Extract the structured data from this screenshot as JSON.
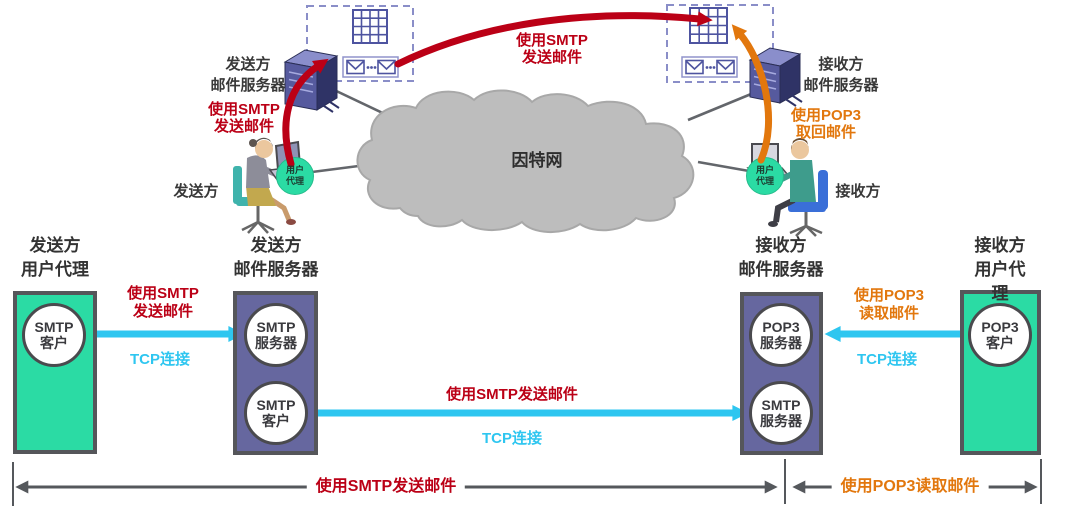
{
  "top": {
    "internet": "因特网",
    "sender": "发送方",
    "receiver": "接收方",
    "sender_server": "发送方\n邮件服务器",
    "receiver_server": "接收方\n邮件服务器",
    "user_agent": "用户\n代理",
    "smtp_send_left": "使用SMTP\n发送邮件",
    "smtp_send_center": "使用SMTP\n发送邮件",
    "pop3_retrieve_right": "使用POP3\n取回邮件",
    "mail_ellipsis": "···"
  },
  "bottom": {
    "columns": [
      {
        "header": "发送方\n用户代理",
        "circles": [
          "SMTP\n客户"
        ]
      },
      {
        "header": "发送方\n邮件服务器",
        "circles": [
          "SMTP\n服务器",
          "SMTP\n客户"
        ]
      },
      {
        "header": "接收方\n邮件服务器",
        "circles": [
          "POP3\n服务器",
          "SMTP\n服务器"
        ]
      },
      {
        "header": "接收方\n用户代理",
        "circles": [
          "POP3\n客户"
        ]
      }
    ],
    "ua_to_server": {
      "label": "使用SMTP\n发送邮件",
      "sub": "TCP连接"
    },
    "server_to_server": {
      "label": "使用SMTP发送邮件",
      "sub": "TCP连接"
    },
    "server_to_ua": {
      "label": "使用POP3\n读取邮件",
      "sub": "TCP连接"
    },
    "measure_smtp": "使用SMTP发送邮件",
    "measure_pop3": "使用POP3读取邮件"
  },
  "colors": {
    "red": "#BB0016",
    "orange": "#E2770D",
    "cyan": "#2EC6F0",
    "green_box": "#2BDBA4",
    "purple_box": "#66679F",
    "cloud_gray": "#BDBDBD",
    "border_gray": "#55565A",
    "icon_blue": "#4E54A0"
  }
}
